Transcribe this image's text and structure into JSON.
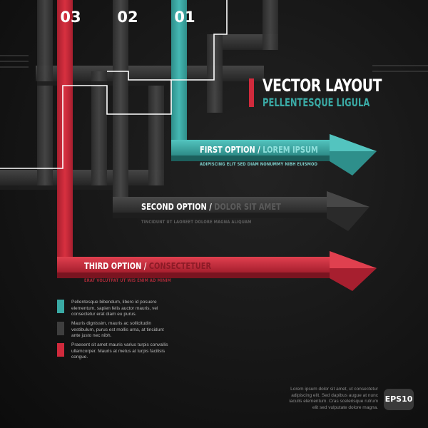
{
  "numbers": {
    "first": "01",
    "second": "02",
    "third": "03"
  },
  "header": {
    "title": "VECTOR LAYOUT",
    "subtitle": "PELLENTESQUE LIGULA"
  },
  "colors": {
    "teal": "#3aaaa5",
    "gray": "#3e3e3e",
    "red": "#d02a3c",
    "white_line": "#ffffff"
  },
  "options": [
    {
      "label": "FIRST OPTION",
      "sep": " / ",
      "sublabel": "LOREM IPSUM",
      "description": "ADIPISCING ELIT SED DIAM NONUMMY NIBH EUISMOD"
    },
    {
      "label": "SECOND OPTION",
      "sep": " / ",
      "sublabel": "DOLOR SIT AMET",
      "description": "TINCIDUNT UT LAOREET DOLORE MAGNA ALIQUAM"
    },
    {
      "label": "THIRD OPTION",
      "sep": " / ",
      "sublabel": "CONSECTETUER",
      "description": "ERAT VOLUTPAT UT WIS ENIM AD MINIM"
    }
  ],
  "legend": [
    {
      "color": "#3aaaa5",
      "text": "Pellentesque bibendum, libero id posuere elementum, sapien felis auctor mauris, vel consectetur erat diam eu purus."
    },
    {
      "color": "#3e3e3e",
      "text": "Mauris dignissim, mauris ac sollicitudin vestibulum, purus est mollis urna, at tincidunt ante justo nec nibh."
    },
    {
      "color": "#d02a3c",
      "text": "Praesent sit amet mauris varius turpis convallis ullamcorper. Mauris at metus at turpis facilisis congue."
    }
  ],
  "footer": {
    "text": "Lorem ipsum dolor sit amet, ut consectetur adipiscing elit. Sed dapibus augue at nunc iaculis elementum. Cras scelerisque rutrum elit sed vulputate dolore magna.",
    "badge": "EPS10"
  }
}
